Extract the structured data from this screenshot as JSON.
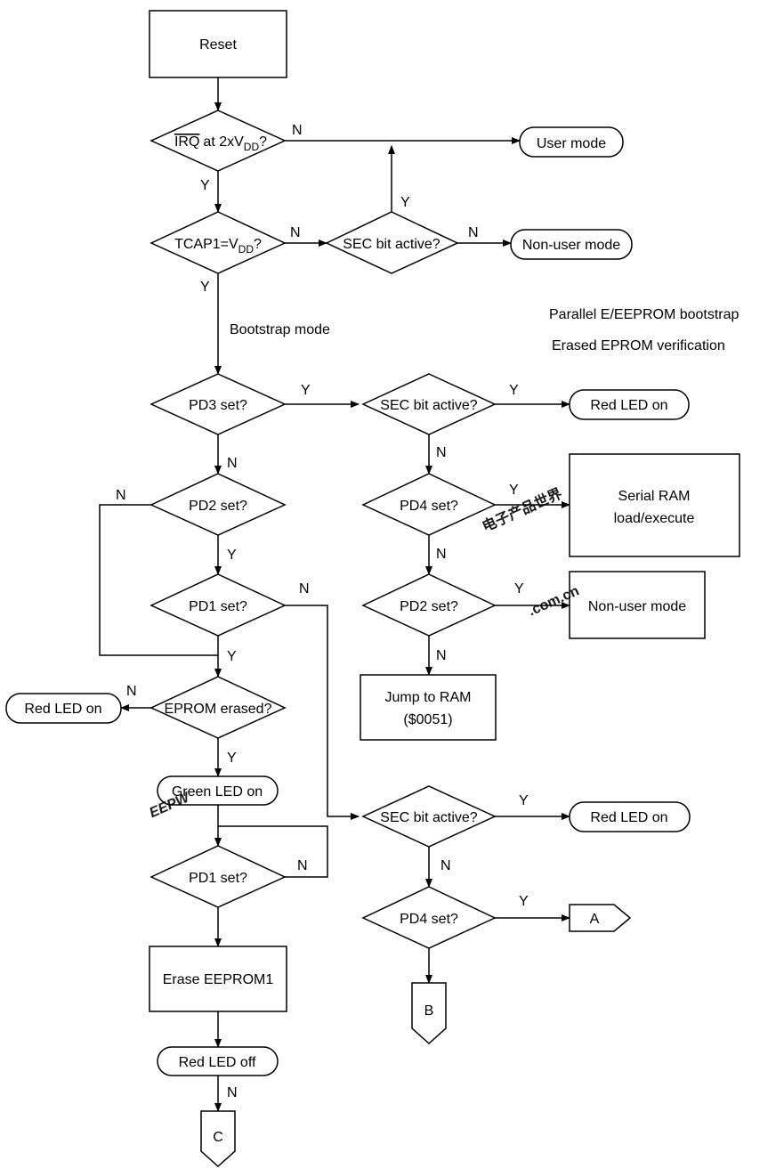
{
  "nodes": {
    "reset": "Reset",
    "irq_check": "at 2xV",
    "irq_prefix": "IRQ",
    "irq_sub": "DD",
    "irq_q": "?",
    "user_mode": "User mode",
    "tcap_check": "TCAP1=V",
    "tcap_sub": "DD",
    "tcap_q": "?",
    "sec_active_1": "SEC bit active?",
    "non_user_mode_1": "Non-user mode",
    "bootstrap_mode": "Bootstrap mode",
    "parallel_note": "Parallel E/EEPROM bootstrap",
    "erased_note": "Erased EPROM verification",
    "pd3_set": "PD3 set?",
    "sec_active_2": "SEC bit active?",
    "red_led_on_1": "Red LED on",
    "pd4_set_1": "PD4 set?",
    "serial_ram_1": "Serial RAM",
    "serial_ram_2": "load/execute",
    "pd2_set_left": "PD2 set?",
    "pd2_set_right": "PD2 set?",
    "non_user_mode_2": "Non-user mode",
    "pd1_set_1": "PD1 set?",
    "jump_ram_1": "Jump to RAM",
    "jump_ram_2": "($0051)",
    "red_led_on_left": "Red LED on",
    "eprom_erased": "EPROM erased?",
    "green_led_on": "Green LED on",
    "sec_active_3": "SEC bit active?",
    "red_led_on_3": "Red LED on",
    "pd1_set_2": "PD1 set?",
    "pd4_set_2": "PD4 set?",
    "connector_a": "A",
    "erase_eeprom": "Erase EEPROM1",
    "connector_b": "B",
    "red_led_off": "Red LED off",
    "connector_c": "C"
  },
  "labels": {
    "n": "N",
    "y": "Y"
  },
  "watermark": {
    "brand": "EEPW",
    "domain": ".com.cn",
    "chinese": "电子产品世界"
  }
}
